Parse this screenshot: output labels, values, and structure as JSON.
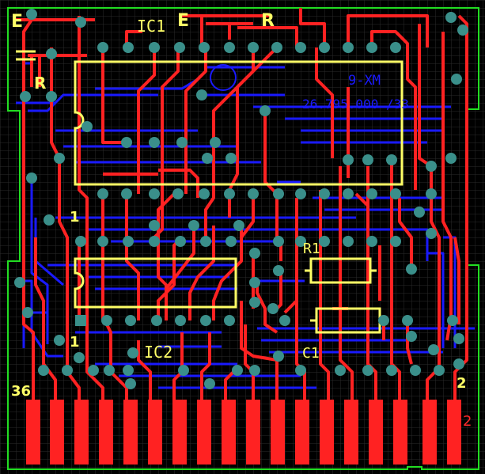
{
  "board": {
    "colors": {
      "background": "#000000",
      "grid": "#2a2a2a",
      "outline": "#22dd22",
      "top_copper": "#ff2222",
      "bottom_copper": "#1a1aff",
      "silkscreen": "#ffff66",
      "pad": "#3a8f8a"
    }
  },
  "labels": {
    "e_left": "E",
    "ic1": "IC1",
    "e_mid": "E",
    "r_top": "R",
    "r_left": "R",
    "pin1_a": "1",
    "pin1_b": "1",
    "r1": "R1",
    "c1": "C1",
    "ic2": "IC2",
    "num36": "36",
    "num2": "2",
    "num2_red": "2"
  },
  "bottom_text": {
    "line1": "9-XM",
    "line2": "26.795.000 /33"
  }
}
